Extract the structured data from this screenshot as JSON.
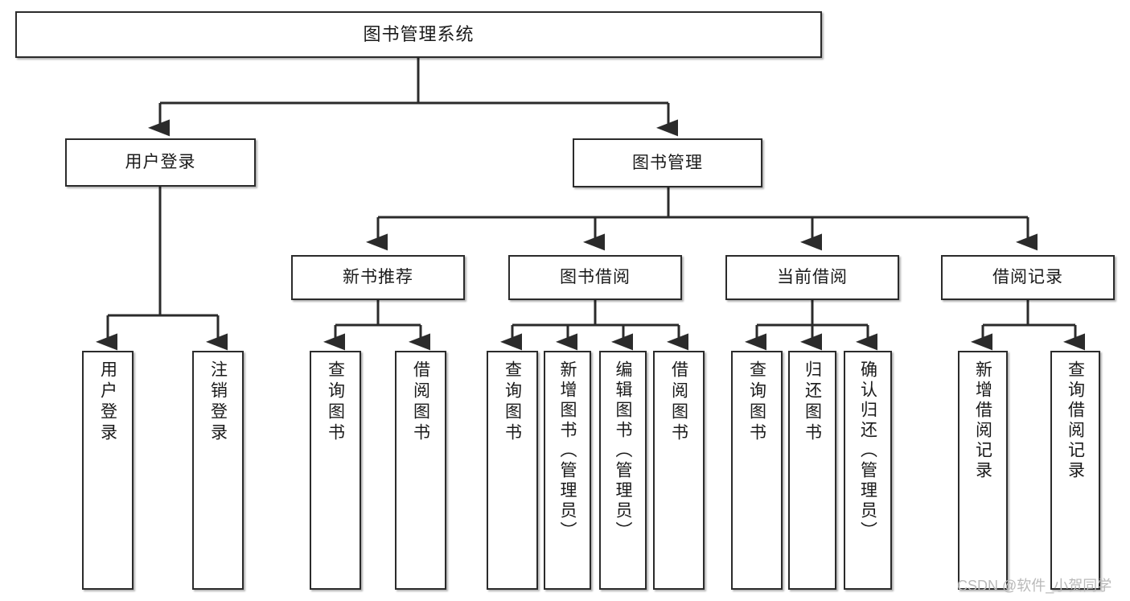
{
  "diagram": {
    "title": "图书管理系统",
    "type": "tree",
    "levels": 3,
    "colors": {
      "node_border": "#2b2b2b",
      "node_fill": "#ffffff",
      "connector": "#2b2b2b",
      "background": "#ffffff",
      "watermark": "#b9b9b9"
    },
    "nodes": {
      "root": {
        "label": "图书管理系统"
      },
      "level1": [
        {
          "label": "用户登录"
        },
        {
          "label": "图书管理"
        }
      ],
      "level2": [
        {
          "label": "新书推荐"
        },
        {
          "label": "图书借阅"
        },
        {
          "label": "当前借阅"
        },
        {
          "label": "借阅记录"
        }
      ],
      "leaves": {
        "user_login": [
          {
            "label": "用户登录"
          },
          {
            "label": "注销登录"
          }
        ],
        "new_book_recommend": [
          {
            "label": "查询图书"
          },
          {
            "label": "借阅图书"
          }
        ],
        "book_borrow": [
          {
            "label": "查询图书"
          },
          {
            "label": "新增图书（管理员）"
          },
          {
            "label": "编辑图书（管理员）"
          },
          {
            "label": "借阅图书"
          }
        ],
        "current_borrow": [
          {
            "label": "查询图书"
          },
          {
            "label": "归还图书"
          },
          {
            "label": "确认归还（管理员）"
          }
        ],
        "borrow_records": [
          {
            "label": "新增借阅记录"
          },
          {
            "label": "查询借阅记录"
          }
        ]
      }
    }
  },
  "watermark": {
    "text": "CSDN @软件_小贺同学"
  }
}
